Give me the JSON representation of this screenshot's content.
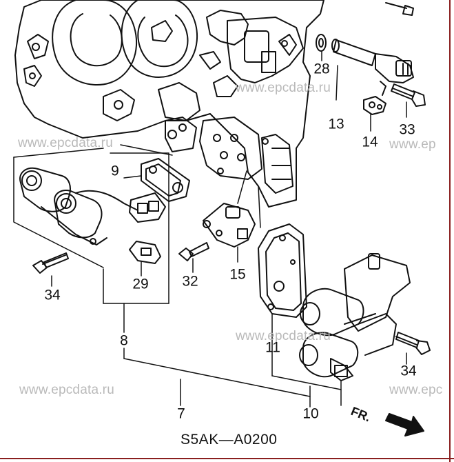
{
  "labels": [
    {
      "id": "28",
      "text": "28"
    },
    {
      "id": "13",
      "text": "13"
    },
    {
      "id": "33",
      "text": "33"
    },
    {
      "id": "14",
      "text": "14"
    },
    {
      "id": "9",
      "text": "9"
    },
    {
      "id": "29",
      "text": "29"
    },
    {
      "id": "32",
      "text": "32"
    },
    {
      "id": "15",
      "text": "15"
    },
    {
      "id": "34a",
      "text": "34"
    },
    {
      "id": "34b",
      "text": "34"
    },
    {
      "id": "8",
      "text": "8"
    },
    {
      "id": "11",
      "text": "11"
    },
    {
      "id": "7",
      "text": "7"
    },
    {
      "id": "10",
      "text": "10"
    }
  ],
  "watermark": "www.epcdata.ru",
  "watermark_partial": "www.ep",
  "watermark_partial2": "www.epc",
  "direction": "FR.",
  "diagram_code": "S5AK—A0200"
}
